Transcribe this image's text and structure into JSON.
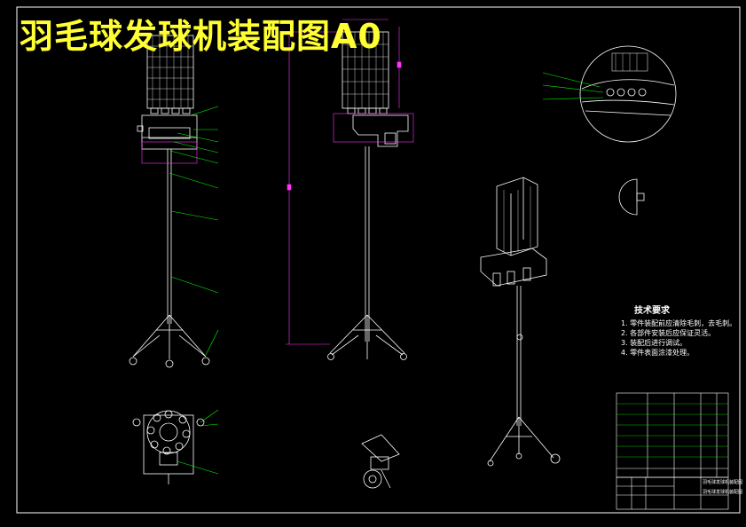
{
  "drawing": {
    "title": "羽毛球发球机装配图A0",
    "colors": {
      "background": "#000000",
      "frame": "#ffffff",
      "title": "#ffff33",
      "leader": "#00ff00",
      "dimension": "#ff33ff",
      "parts": "#ffffff"
    }
  },
  "tech_requirements": {
    "title": "技术要求",
    "items": [
      "1. 零件装配前应清除毛刺，去毛刺。",
      "2. 各部件安装后应保证灵活。",
      "3. 装配后进行调试。",
      "4. 零件表面涂漆处理。"
    ]
  },
  "title_block": {
    "name": "羽毛球发球机装配图",
    "drawing_no": "羽毛球发球机装配图"
  }
}
